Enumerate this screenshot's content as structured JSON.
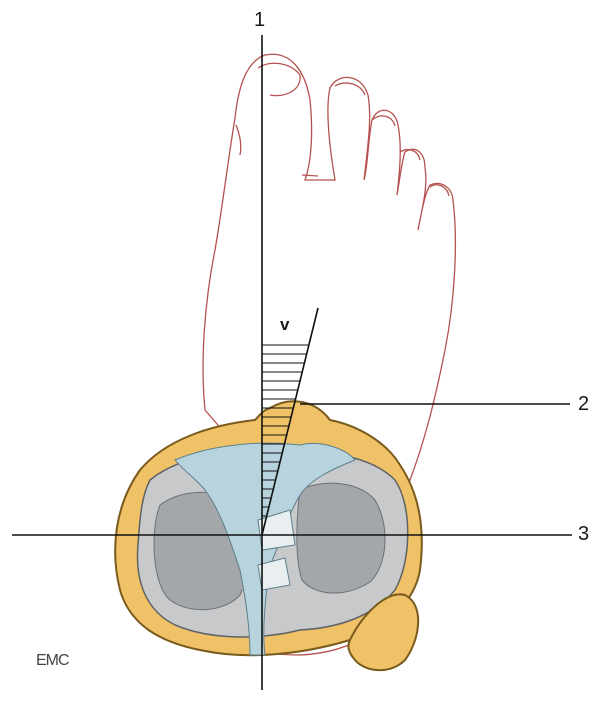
{
  "figure": {
    "axis_labels": [
      "1",
      "2",
      "3"
    ],
    "angle_label": "v",
    "logo_text": "EMC"
  },
  "colors": {
    "foot_outline": "#b5524f",
    "capsule_fill": "#f0c267",
    "capsule_stroke": "#7a5a1c",
    "plateau_fill": "#c7c9cb",
    "plateau_inner": "#9fa2a5",
    "ligament_fill": "#b6d3de",
    "line": "#111111"
  }
}
